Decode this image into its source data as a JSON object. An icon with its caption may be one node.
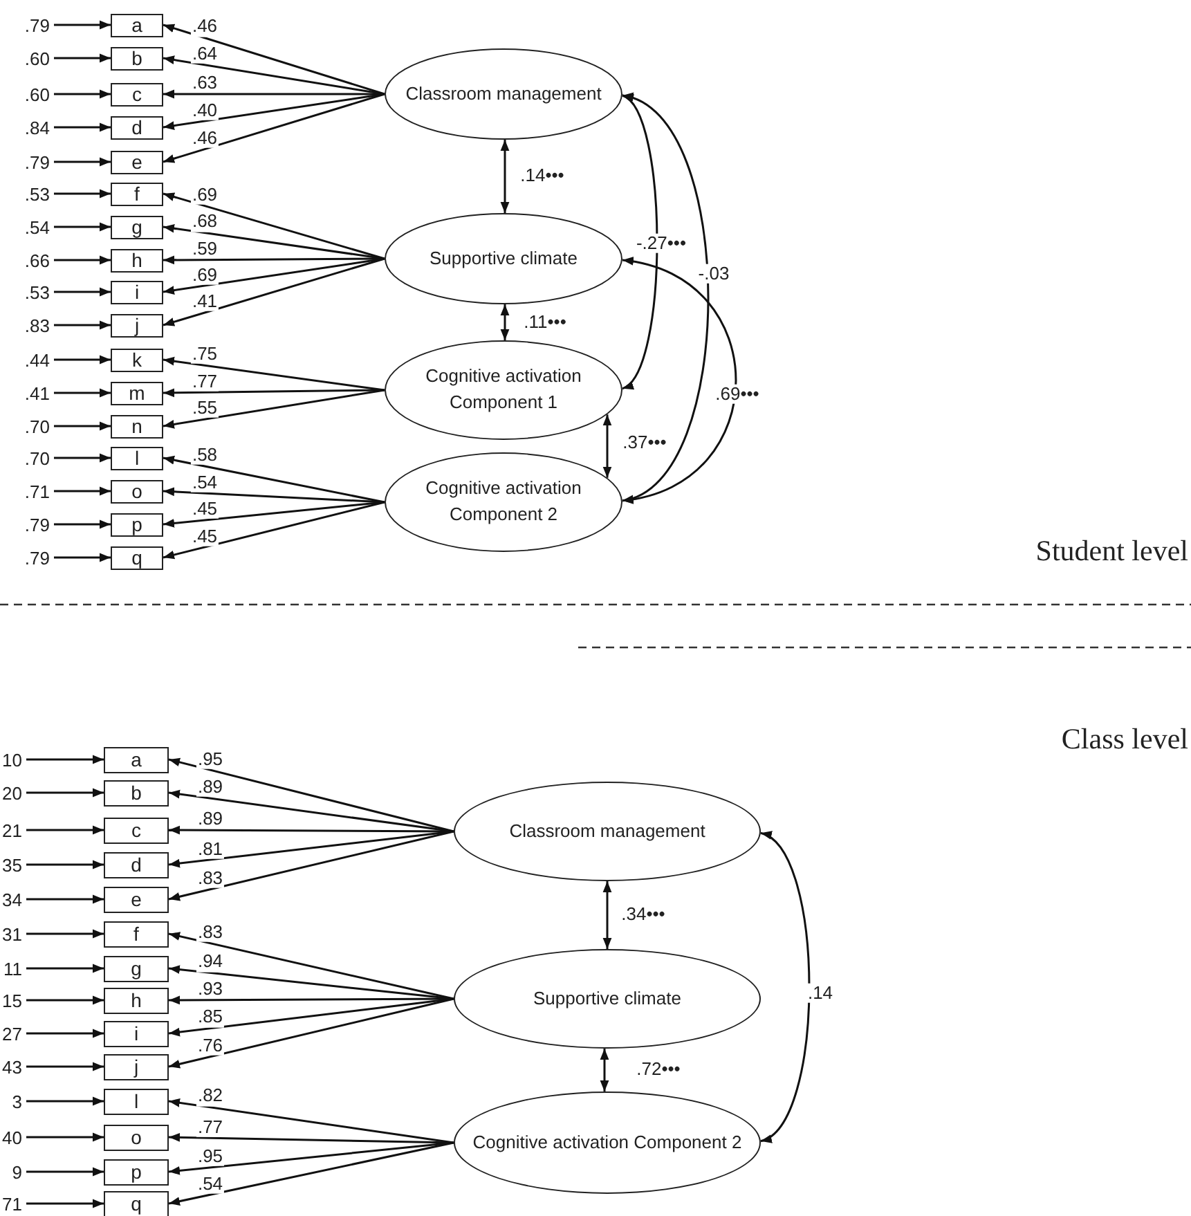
{
  "diagram": {
    "nodes": [
      {
        "text": [
          ".79"
        ]
      },
      {
        "text": [
          "a"
        ]
      },
      {
        "text": [
          ".60"
        ]
      },
      {
        "text": [
          "b"
        ]
      },
      {
        "text": [
          ".60"
        ]
      },
      {
        "text": [
          "c"
        ]
      },
      {
        "text": [
          ".84"
        ]
      },
      {
        "text": [
          "d"
        ]
      },
      {
        "text": [
          ".79"
        ]
      },
      {
        "text": [
          "e"
        ]
      },
      {
        "text": [
          ".53"
        ]
      },
      {
        "text": [
          "f"
        ]
      },
      {
        "text": [
          ".54"
        ]
      },
      {
        "text": [
          "g"
        ]
      },
      {
        "text": [
          ".66"
        ]
      },
      {
        "text": [
          "h"
        ]
      },
      {
        "text": [
          ".53"
        ]
      },
      {
        "text": [
          "i"
        ]
      },
      {
        "text": [
          ".83"
        ]
      },
      {
        "text": [
          "j"
        ]
      },
      {
        "text": [
          ".44"
        ]
      },
      {
        "text": [
          "k"
        ]
      },
      {
        "text": [
          ".41"
        ]
      },
      {
        "text": [
          "m"
        ]
      },
      {
        "text": [
          ".70"
        ]
      },
      {
        "text": [
          "n"
        ]
      },
      {
        "text": [
          ".70"
        ]
      },
      {
        "text": [
          "l"
        ]
      },
      {
        "text": [
          ".71"
        ]
      },
      {
        "text": [
          "o"
        ]
      },
      {
        "text": [
          ".79"
        ]
      },
      {
        "text": [
          "p"
        ]
      },
      {
        "text": [
          ".79"
        ]
      },
      {
        "text": [
          "q"
        ]
      },
      {
        "text": [
          "Classroom management"
        ]
      },
      {
        "text": [
          "Supportive climate"
        ]
      },
      {
        "text": [
          "Cognitive activation Component 1"
        ]
      },
      {
        "text": [
          "Cognitive activation Component 2"
        ]
      },
      {
        "text": [
          "10"
        ]
      },
      {
        "text": [
          "a"
        ]
      },
      {
        "text": [
          "20"
        ]
      },
      {
        "text": [
          "b"
        ]
      },
      {
        "text": [
          "21"
        ]
      },
      {
        "text": [
          "c"
        ]
      },
      {
        "text": [
          "35"
        ]
      },
      {
        "text": [
          "d"
        ]
      },
      {
        "text": [
          "34"
        ]
      },
      {
        "text": [
          "e"
        ]
      },
      {
        "text": [
          "31"
        ]
      },
      {
        "text": [
          "f"
        ]
      },
      {
        "text": [
          "11"
        ]
      },
      {
        "text": [
          "g"
        ]
      },
      {
        "text": [
          "15"
        ]
      },
      {
        "text": [
          "h"
        ]
      },
      {
        "text": [
          "27"
        ]
      },
      {
        "text": [
          "i"
        ]
      },
      {
        "text": [
          "43"
        ]
      },
      {
        "text": [
          "j"
        ]
      },
      {
        "text": [
          "3"
        ]
      },
      {
        "text": [
          "l"
        ]
      },
      {
        "text": [
          "40"
        ]
      },
      {
        "text": [
          "o"
        ]
      },
      {
        "text": [
          "9"
        ]
      },
      {
        "text": [
          "p"
        ]
      },
      {
        "text": [
          "71"
        ]
      },
      {
        "text": [
          "q"
        ]
      },
      {
        "text": [
          "Classroom management"
        ]
      },
      {
        "text": [
          "Supportive climate"
        ]
      },
      {
        "text": [
          "Cognitive activation Component 2"
        ]
      }
    ],
    "edges": [
      {
        "from": 0,
        "to": 1,
        "arrow": "to"
      },
      {
        "from": 2,
        "to": 3,
        "arrow": "to"
      },
      {
        "from": 4,
        "to": 5,
        "arrow": "to"
      },
      {
        "from": 6,
        "to": 7,
        "arrow": "to"
      },
      {
        "from": 8,
        "to": 9,
        "arrow": "to"
      },
      {
        "from": 10,
        "to": 11,
        "arrow": "to"
      },
      {
        "from": 12,
        "to": 13,
        "arrow": "to"
      },
      {
        "from": 14,
        "to": 15,
        "arrow": "to"
      },
      {
        "from": 16,
        "to": 17,
        "arrow": "to"
      },
      {
        "from": 18,
        "to": 19,
        "arrow": "to"
      },
      {
        "from": 20,
        "to": 21,
        "arrow": "to"
      },
      {
        "from": 22,
        "to": 23,
        "arrow": "to"
      },
      {
        "from": 24,
        "to": 25,
        "arrow": "to"
      },
      {
        "from": 26,
        "to": 27,
        "arrow": "to"
      },
      {
        "from": 28,
        "to": 29,
        "arrow": "to"
      },
      {
        "from": 30,
        "to": 31,
        "arrow": "to"
      },
      {
        "from": 32,
        "to": 33,
        "arrow": "to"
      },
      {
        "from": 34,
        "to": 1,
        "arrow": "to",
        "label": ".46"
      },
      {
        "from": 34,
        "to": 3,
        "arrow": "to",
        "label": ".64"
      },
      {
        "from": 34,
        "to": 5,
        "arrow": "to",
        "label": ".63"
      },
      {
        "from": 34,
        "to": 7,
        "arrow": "to",
        "label": ".40"
      },
      {
        "from": 34,
        "to": 9,
        "arrow": "to",
        "label": ".46"
      },
      {
        "from": 35,
        "to": 11,
        "arrow": "to",
        "label": ".69"
      },
      {
        "from": 35,
        "to": 13,
        "arrow": "to",
        "label": ".68"
      },
      {
        "from": 35,
        "to": 15,
        "arrow": "to",
        "label": ".59"
      },
      {
        "from": 35,
        "to": 17,
        "arrow": "to",
        "label": ".69"
      },
      {
        "from": 35,
        "to": 19,
        "arrow": "to",
        "label": ".41"
      },
      {
        "from": 36,
        "to": 21,
        "arrow": "to",
        "label": ".75"
      },
      {
        "from": 36,
        "to": 23,
        "arrow": "to",
        "label": ".77"
      },
      {
        "from": 36,
        "to": 25,
        "arrow": "to",
        "label": ".55"
      },
      {
        "from": 37,
        "to": 27,
        "arrow": "to",
        "label": ".58"
      },
      {
        "from": 37,
        "to": 29,
        "arrow": "to",
        "label": ".54"
      },
      {
        "from": 37,
        "to": 31,
        "arrow": "to",
        "label": ".45"
      },
      {
        "from": 37,
        "to": 33,
        "arrow": "to",
        "label": ".45"
      },
      {
        "from": 34,
        "to": 35,
        "arrow": "both",
        "label": ".14•••"
      },
      {
        "from": 35,
        "to": 36,
        "arrow": "both",
        "label": ".11•••"
      },
      {
        "from": 36,
        "to": 37,
        "arrow": "both",
        "label": ".37•••"
      },
      {
        "from": 34,
        "to": 36,
        "arrow": "both",
        "label": "-.27•••"
      },
      {
        "from": 34,
        "to": 37,
        "arrow": "both",
        "label": "-.03"
      },
      {
        "from": 35,
        "to": 37,
        "arrow": "both",
        "label": ".69•••"
      },
      {
        "from": 38,
        "to": 39,
        "arrow": "to"
      },
      {
        "from": 40,
        "to": 41,
        "arrow": "to"
      },
      {
        "from": 42,
        "to": 43,
        "arrow": "to"
      },
      {
        "from": 44,
        "to": 45,
        "arrow": "to"
      },
      {
        "from": 46,
        "to": 47,
        "arrow": "to"
      },
      {
        "from": 48,
        "to": 49,
        "arrow": "to"
      },
      {
        "from": 50,
        "to": 51,
        "arrow": "to"
      },
      {
        "from": 52,
        "to": 53,
        "arrow": "to"
      },
      {
        "from": 54,
        "to": 55,
        "arrow": "to"
      },
      {
        "from": 56,
        "to": 57,
        "arrow": "to"
      },
      {
        "from": 58,
        "to": 59,
        "arrow": "to"
      },
      {
        "from": 60,
        "to": 61,
        "arrow": "to"
      },
      {
        "from": 62,
        "to": 63,
        "arrow": "to"
      },
      {
        "from": 64,
        "to": 65,
        "arrow": "to"
      },
      {
        "from": 66,
        "to": 39,
        "arrow": "to",
        "label": ".95"
      },
      {
        "from": 66,
        "to": 41,
        "arrow": "to",
        "label": ".89"
      },
      {
        "from": 66,
        "to": 43,
        "arrow": "to",
        "label": ".89"
      },
      {
        "from": 66,
        "to": 45,
        "arrow": "to",
        "label": ".81"
      },
      {
        "from": 66,
        "to": 47,
        "arrow": "to",
        "label": ".83"
      },
      {
        "from": 67,
        "to": 49,
        "arrow": "to",
        "label": ".83"
      },
      {
        "from": 67,
        "to": 51,
        "arrow": "to",
        "label": ".94"
      },
      {
        "from": 67,
        "to": 53,
        "arrow": "to",
        "label": ".93"
      },
      {
        "from": 67,
        "to": 55,
        "arrow": "to",
        "label": ".85"
      },
      {
        "from": 67,
        "to": 57,
        "arrow": "to",
        "label": ".76"
      },
      {
        "from": 68,
        "to": 59,
        "arrow": "to",
        "label": ".82"
      },
      {
        "from": 68,
        "to": 61,
        "arrow": "to",
        "label": ".77"
      },
      {
        "from": 68,
        "to": 63,
        "arrow": "to",
        "label": ".95"
      },
      {
        "from": 68,
        "to": 65,
        "arrow": "to",
        "label": ".54"
      },
      {
        "from": 66,
        "to": 67,
        "arrow": "both",
        "label": ".34•••"
      },
      {
        "from": 67,
        "to": 68,
        "arrow": "both",
        "label": ".72•••"
      },
      {
        "from": 66,
        "to": 68,
        "arrow": "both",
        "label": ".14"
      }
    ],
    "labels": [
      "Student level",
      "Class level"
    ]
  }
}
